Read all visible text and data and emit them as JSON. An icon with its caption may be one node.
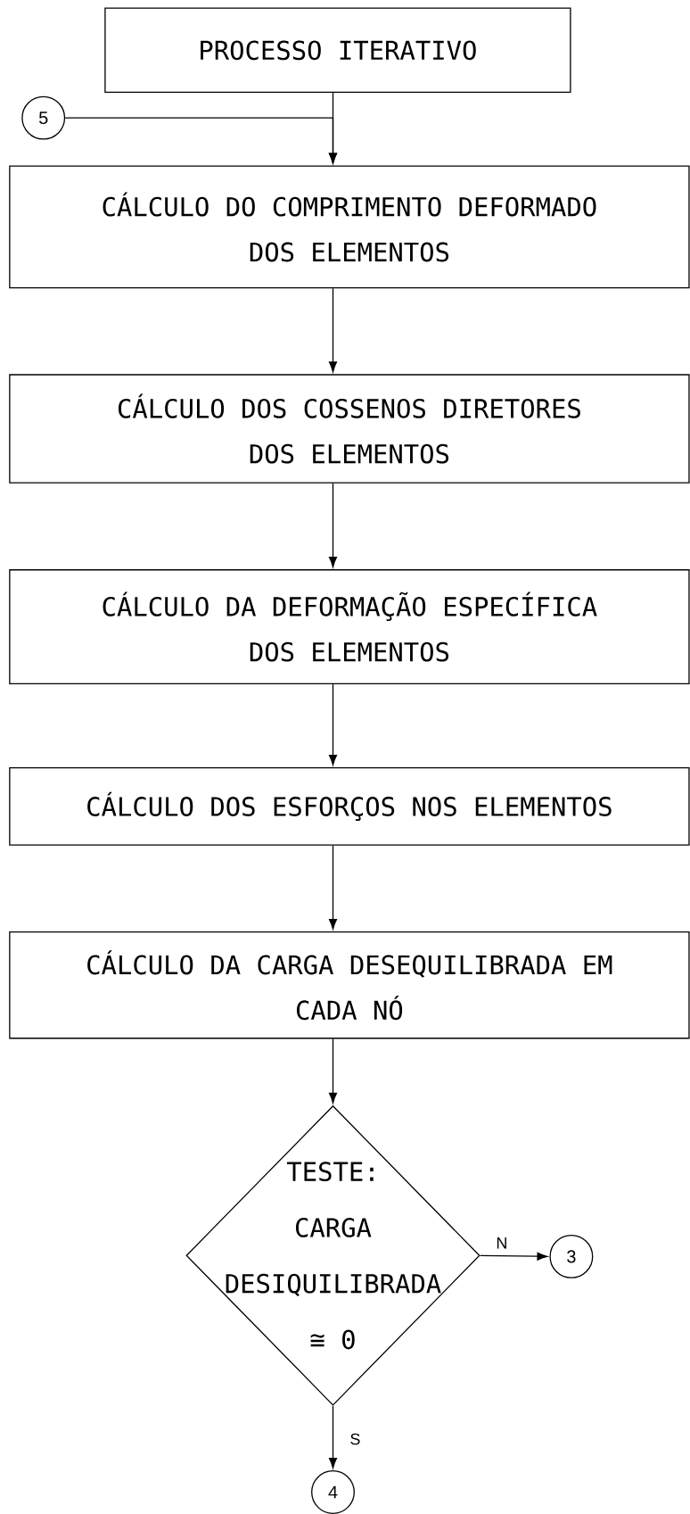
{
  "diagram": {
    "nodes": [
      {
        "text": [
          "PROCESSO ITERATIVO"
        ]
      },
      {
        "text": [
          "5"
        ]
      },
      {
        "text": [
          "CÁLCULO DO COMPRIMENTO DEFORMADO DOS ELEMENTOS"
        ]
      },
      {
        "text": [
          "CÁLCULO DOS COSSENOS DIRETORES DOS ELEMENTOS"
        ]
      },
      {
        "text": [
          "CÁLCULO DA DEFORMAÇÃO ESPECÍFICA DOS ELEMENTOS"
        ]
      },
      {
        "text": [
          "CÁLCULO DOS ESFORÇOS NOS ELEMENTOS"
        ]
      },
      {
        "text": [
          "CÁLCULO DA CARGA DESEQUILIBRADA EM CADA NÓ"
        ]
      },
      {
        "text": [
          "TESTE:",
          "CARGA DESIQUILIBRADA ≅ 0"
        ]
      },
      {
        "text": [
          "3"
        ]
      },
      {
        "text": [
          "4"
        ]
      }
    ],
    "edges": [
      {
        "from": 0,
        "to": 2,
        "arrow": "to"
      },
      {
        "from": 1,
        "to": 2,
        "arrow": "to"
      },
      {
        "from": 2,
        "to": 3,
        "arrow": "to"
      },
      {
        "from": 3,
        "to": 4,
        "arrow": "to"
      },
      {
        "from": 4,
        "to": 5,
        "arrow": "to"
      },
      {
        "from": 5,
        "to": 6,
        "arrow": "to"
      },
      {
        "from": 6,
        "to": 7,
        "arrow": "to"
      },
      {
        "from": 7,
        "to": 8,
        "label": "N",
        "arrow": "to"
      },
      {
        "from": 7,
        "to": 9,
        "label": "S",
        "arrow": "to"
      }
    ]
  }
}
